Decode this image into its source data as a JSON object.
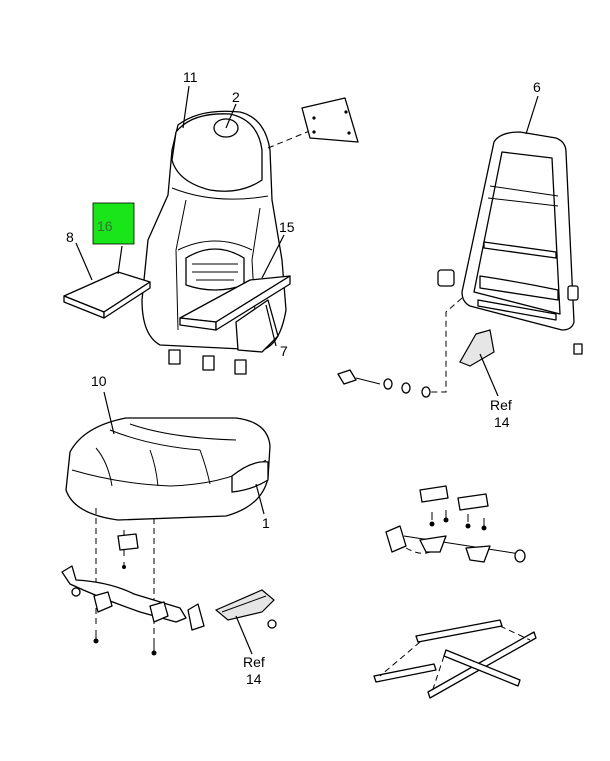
{
  "callouts": {
    "c11": "11",
    "c2": "2",
    "c6": "6",
    "c16": "16",
    "c8": "8",
    "c15": "15",
    "c7": "7",
    "c10": "10",
    "c1": "1",
    "ref_top": "Ref",
    "ref_top_num": "14",
    "ref_bottom": "Ref",
    "ref_bottom_num": "14"
  },
  "colors": {
    "highlight": "#19e619",
    "highlight_text": "#3a6e3a",
    "line": "#000000"
  }
}
